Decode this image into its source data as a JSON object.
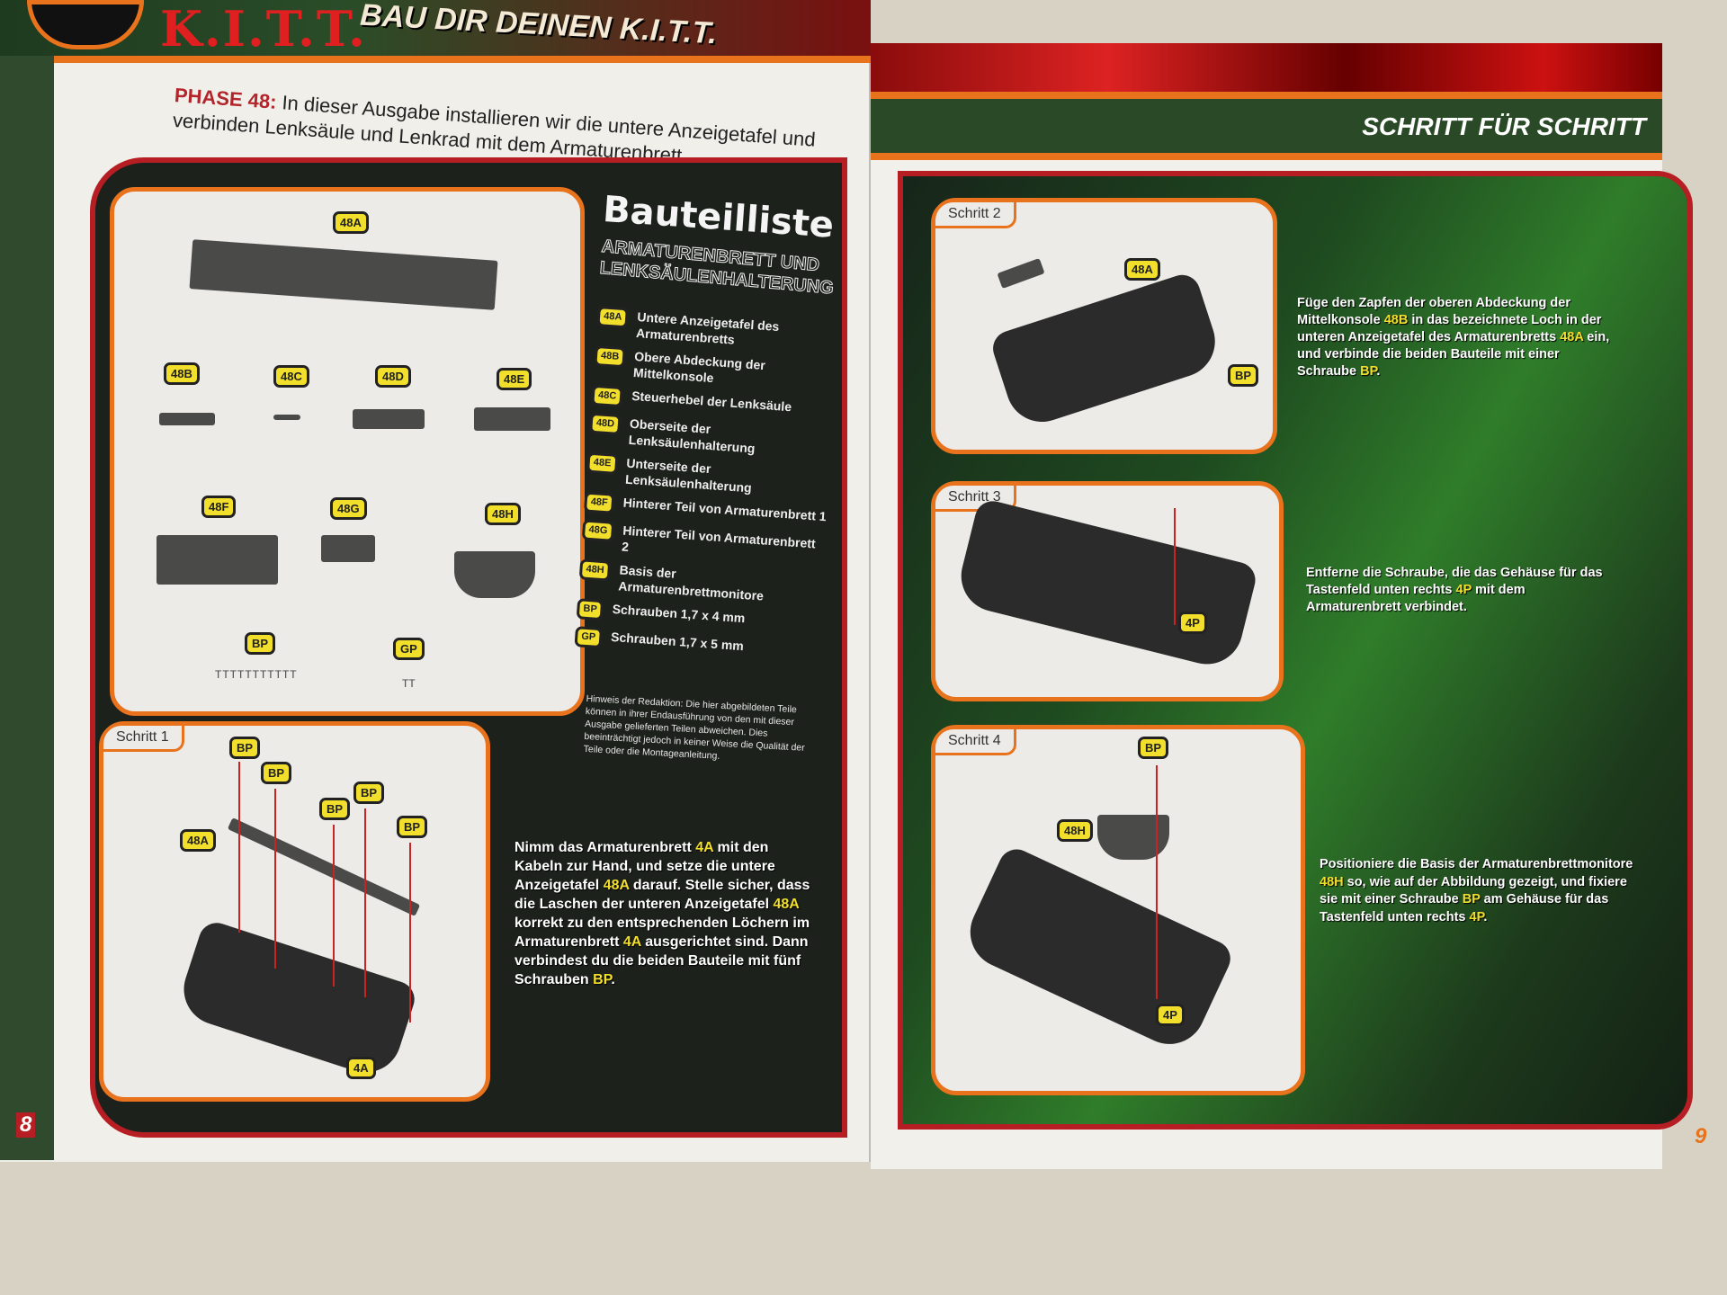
{
  "header": {
    "logo_text": "K.I.T.T.",
    "series_title": "BAU DIR DEINEN K.I.T.T.",
    "phase_label": "PHASE 48:",
    "phase_text": "In dieser Ausgabe installieren wir die untere Anzeigetafel und verbinden Lenksäule und Lenkrad mit dem Armaturenbrett.",
    "right_title": "SCHRITT FÜR SCHRITT"
  },
  "parts_box": {
    "badges": [
      "48A",
      "48B",
      "48C",
      "48D",
      "48E",
      "48F",
      "48G",
      "48H",
      "BP",
      "GP"
    ]
  },
  "bauteilliste": {
    "title": "Bauteilliste",
    "subtitle": "ARMATURENBRETT UND LENKSÄULENHALTERUNG",
    "items": [
      {
        "code": "48A",
        "label": "Untere Anzeigetafel des Armaturenbretts"
      },
      {
        "code": "48B",
        "label": "Obere Abdeckung der Mittelkonsole"
      },
      {
        "code": "48C",
        "label": "Steuerhebel der Lenksäule"
      },
      {
        "code": "48D",
        "label": "Oberseite der Lenksäulenhalterung"
      },
      {
        "code": "48E",
        "label": "Unterseite der Lenksäulenhalterung"
      },
      {
        "code": "48F",
        "label": "Hinterer Teil von Armaturenbrett 1"
      },
      {
        "code": "48G",
        "label": "Hinterer Teil von Armaturenbrett 2"
      },
      {
        "code": "48H",
        "label": "Basis der Armaturenbrettmonitore"
      },
      {
        "code": "BP",
        "label": "Schrauben 1,7 x 4 mm"
      },
      {
        "code": "GP",
        "label": "Schrauben 1,7 x 5 mm"
      }
    ]
  },
  "note": "Hinweis der Redaktion: Die hier abgebildeten Teile können in ihrer Endausführung von den mit dieser Ausgabe gelieferten Teilen abweichen. Dies beeinträchtigt jedoch in keiner Weise die Qualität der Teile oder die Montageanleitung.",
  "steps": [
    {
      "label": "Schritt 1",
      "badges": [
        "BP",
        "BP",
        "BP",
        "BP",
        "BP",
        "48A",
        "4A"
      ],
      "text": [
        "Nimm das Armaturenbrett ",
        "4A",
        " mit den Kabeln zur Hand, und setze die untere Anzeigetafel ",
        "48A",
        " darauf. Stelle sicher, dass die Laschen der unteren Anzeigetafel ",
        "48A",
        " korrekt zu den entsprechenden Löchern im Armaturenbrett ",
        "4A",
        " ausgerichtet sind. Dann verbindest du die beiden Bauteile mit fünf Schrauben ",
        "BP",
        "."
      ]
    },
    {
      "label": "Schritt 2",
      "badges": [
        "48A",
        "BP"
      ],
      "text": [
        "Füge den Zapfen der oberen Abdeckung der Mittelkonsole ",
        "48B",
        " in das bezeichnete Loch in der unteren Anzeigetafel des Armaturenbretts ",
        "48A",
        " ein, und verbinde die beiden Bauteile mit einer Schraube ",
        "BP",
        "."
      ]
    },
    {
      "label": "Schritt 3",
      "badges": [
        "4P"
      ],
      "text": [
        "Entferne die Schraube, die das Gehäuse für das Tastenfeld unten rechts ",
        "4P",
        " mit dem Armaturenbrett verbindet."
      ]
    },
    {
      "label": "Schritt 4",
      "badges": [
        "BP",
        "48H",
        "4P"
      ],
      "text": [
        "Positioniere die Basis der Armaturenbrettmonitore ",
        "48H",
        " so, wie auf der Abbildung gezeigt, und fixiere sie mit einer Schraube ",
        "BP",
        " am Gehäuse für das Tastenfeld unten rechts ",
        "4P",
        "."
      ]
    }
  ],
  "page_numbers": {
    "left": "8",
    "right": "9"
  },
  "colors": {
    "accent_red": "#b71e24",
    "accent_orange": "#e8731c",
    "badge_yellow": "#f2df2b"
  }
}
